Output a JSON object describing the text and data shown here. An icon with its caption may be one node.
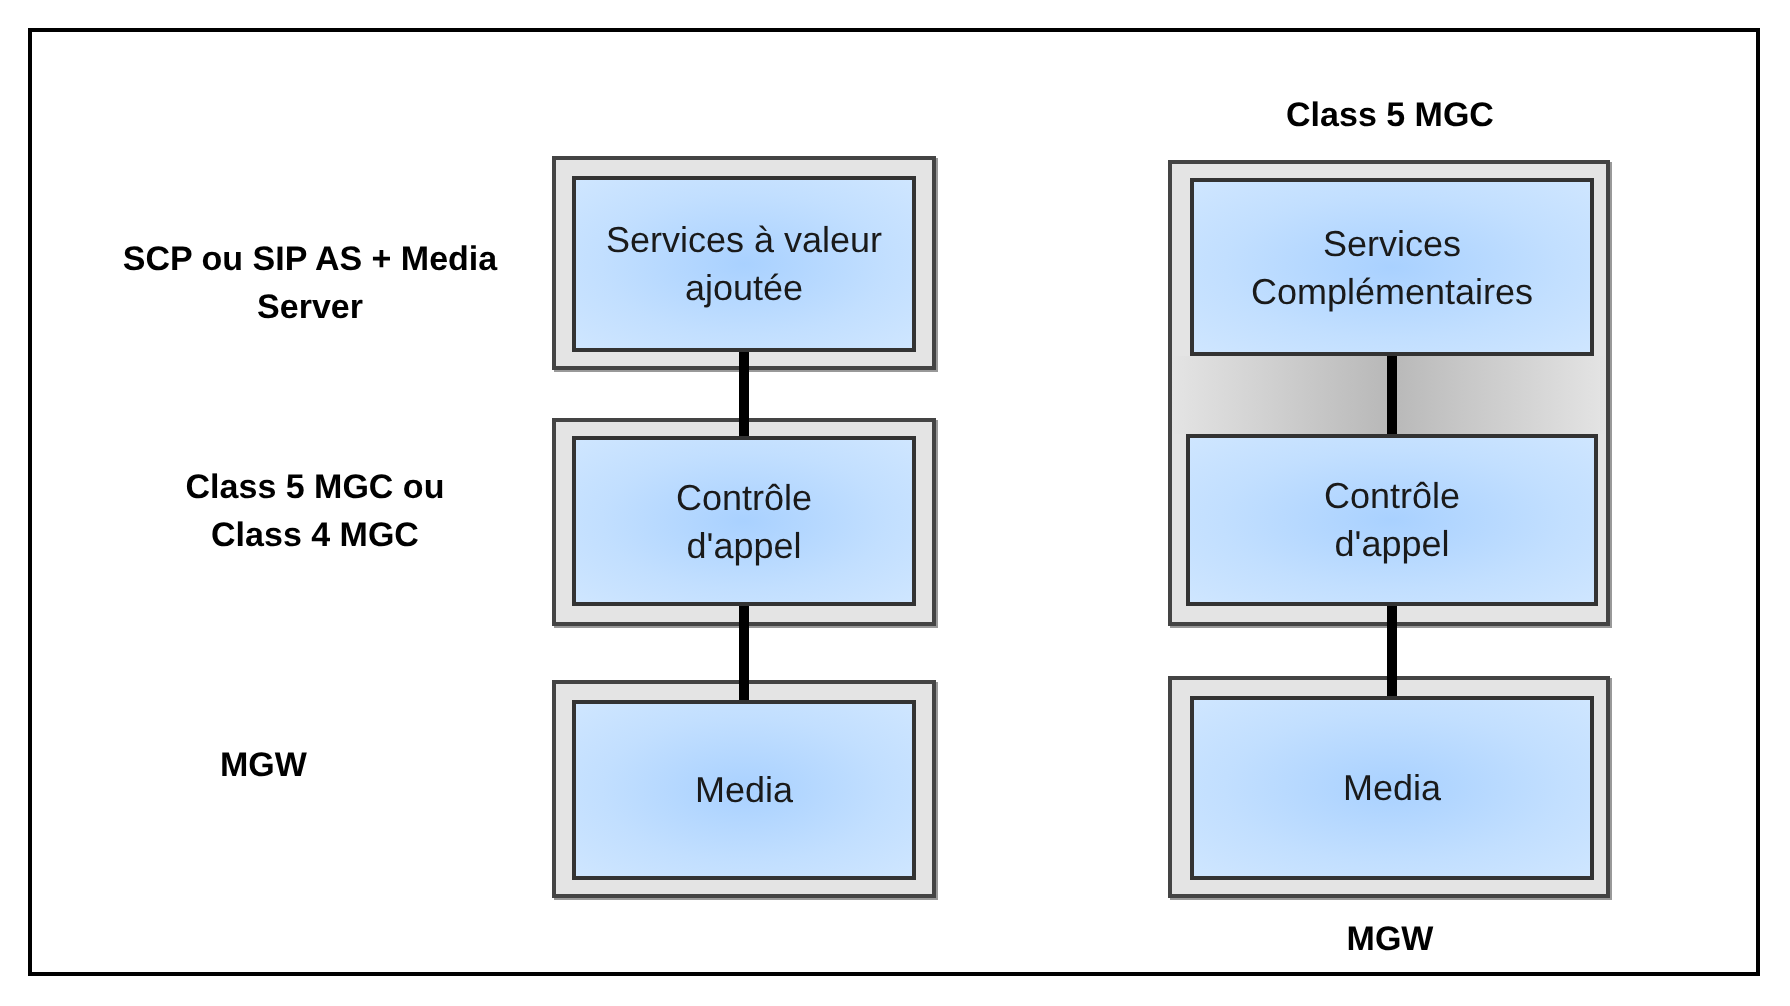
{
  "diagram": {
    "nodes": [
      {
        "text": [],
        "shape": "box",
        "beside": [
          "SCP ou SIP AS + Media Server"
        ]
      },
      {
        "text": [
          "Services à valeur ajoutée"
        ],
        "in": 0
      },
      {
        "text": [],
        "shape": "box",
        "beside": [
          "Class 5 MGC ou Class 4 MGC"
        ]
      },
      {
        "text": [
          "Contrôle d'appel"
        ],
        "in": 2
      },
      {
        "text": [],
        "shape": "box"
      },
      {
        "text": [
          "Media"
        ],
        "in": 4
      },
      {
        "text": [],
        "shape": "box",
        "beside": [
          "Class 5 MGC"
        ]
      },
      {
        "text": [
          "Services Complémentaires"
        ],
        "in": 6
      },
      {
        "text": [
          "Contrôle d'appel"
        ],
        "in": 6
      },
      {
        "text": [],
        "shape": "box",
        "beside": [
          "MGW"
        ]
      },
      {
        "text": [
          "Media"
        ],
        "in": 9
      }
    ],
    "edges": [
      {
        "from": 1,
        "to": 3,
        "arrow": "none"
      },
      {
        "from": 3,
        "to": 5,
        "arrow": "none"
      },
      {
        "from": 7,
        "to": 8,
        "arrow": "none"
      },
      {
        "from": 8,
        "to": 10,
        "arrow": "none"
      }
    ],
    "labels": [
      "MGW"
    ]
  }
}
